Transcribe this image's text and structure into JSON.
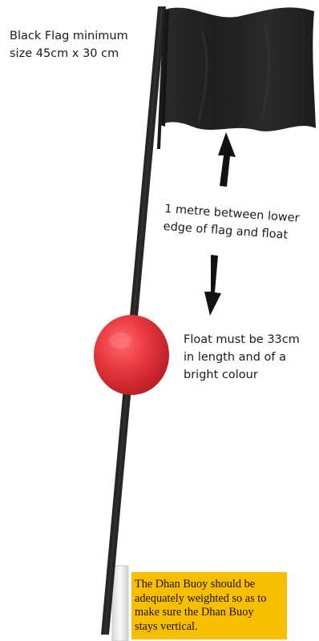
{
  "labels": {
    "flag": "Black Flag minimum\nsize 45cm x 30 cm",
    "distance": "1 metre between lower\nedge of flag and float",
    "float": "Float must be 33cm\nin length and of a\nbright colour",
    "weight_note": "The Dhan Buoy should be\nadequately weighted so as to\nmake sure the Dhan Buoy\nstays vertical."
  },
  "colors": {
    "flag": "#232323",
    "pole": "#262626",
    "float": "#e8343b",
    "weight": "#f2f2f2",
    "note_background": "#f7be00",
    "arrow": "#111111"
  },
  "icons": {
    "up_arrow": "up-arrow-icon",
    "down_arrow": "down-arrow-icon"
  }
}
